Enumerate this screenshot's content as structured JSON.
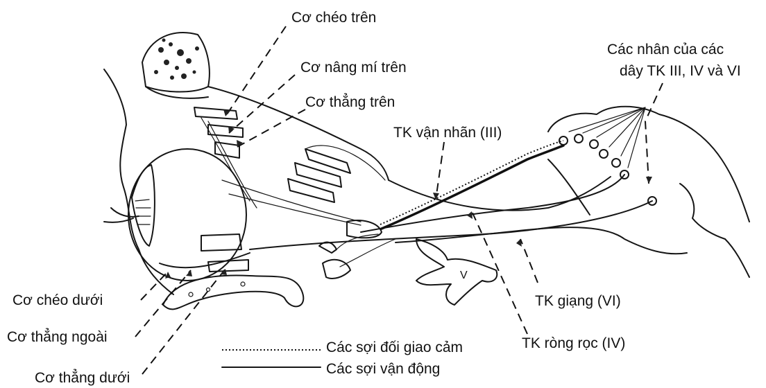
{
  "labels": {
    "superior_oblique": "Cơ chéo trên",
    "levator_palpebrae": "Cơ nâng mí trên",
    "superior_rectus": "Cơ thẳng trên",
    "oculomotor_nerve": "TK vận nhãn (III)",
    "nuclei_line1": "Các nhân của các",
    "nuclei_line2": "dây TK III, IV và VI",
    "inferior_oblique": "Cơ chéo dưới",
    "lateral_rectus": "Cơ thẳng ngoài",
    "inferior_rectus": "Cơ thẳng dưới",
    "abducens_nerve": "TK giạng (VI)",
    "trochlear_nerve": "TK ròng rọc (IV)",
    "roman_v": "V"
  },
  "legend": {
    "parasympathetic": "Các sợi đối giao cảm",
    "motor": "Các sợi vận động"
  }
}
